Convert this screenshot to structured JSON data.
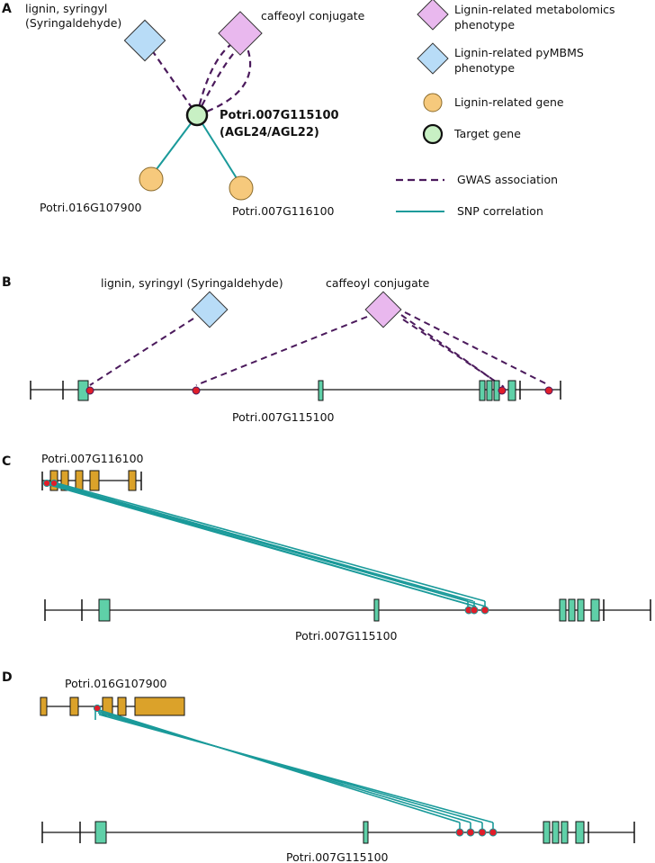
{
  "panels": {
    "a": "A",
    "b": "B",
    "c": "C",
    "d": "D"
  },
  "panel_a": {
    "node_lignin_line1": "lignin, syringyl",
    "node_lignin_line2": "(Syringaldehyde)",
    "node_caffeoyl": "caffeoyl conjugate",
    "target_line1": "Potri.007G115100",
    "target_line2": "(AGL24/AGL22)",
    "gene_left": "Potri.016G107900",
    "gene_right": "Potri.007G116100"
  },
  "legend": {
    "metabolomics_line1": "Lignin-related metabolomics",
    "metabolomics_line2": "phenotype",
    "pymbms_line1": "Lignin-related pyMBMS",
    "pymbms_line2": "phenotype",
    "lignin_gene": "Lignin-related gene",
    "target_gene": "Target gene",
    "gwas": "GWAS association",
    "snp": "SNP correlation"
  },
  "panel_b": {
    "lignin_label": "lignin, syringyl (Syringaldehyde)",
    "caffeoyl_label": "caffeoyl conjugate",
    "gene_label": "Potri.007G115100"
  },
  "panel_c": {
    "top_gene_label": "Potri.007G116100",
    "bottom_gene_label": "Potri.007G115100"
  },
  "panel_d": {
    "top_gene_label": "Potri.016G107900",
    "bottom_gene_label": "Potri.007G115100"
  },
  "colors": {
    "metabolomics_diamond": "#e9b8ee",
    "pymbms_diamond": "#b8dcf7",
    "lignin_gene": "#f6c97c",
    "target_gene": "#c8f0c4",
    "gwas_line": "#4b1a5c",
    "snp_line": "#1a9a9a",
    "exon_target": "#5fd0a8",
    "exon_other": "#dba22a",
    "snp_marker": "#e01e2a"
  }
}
